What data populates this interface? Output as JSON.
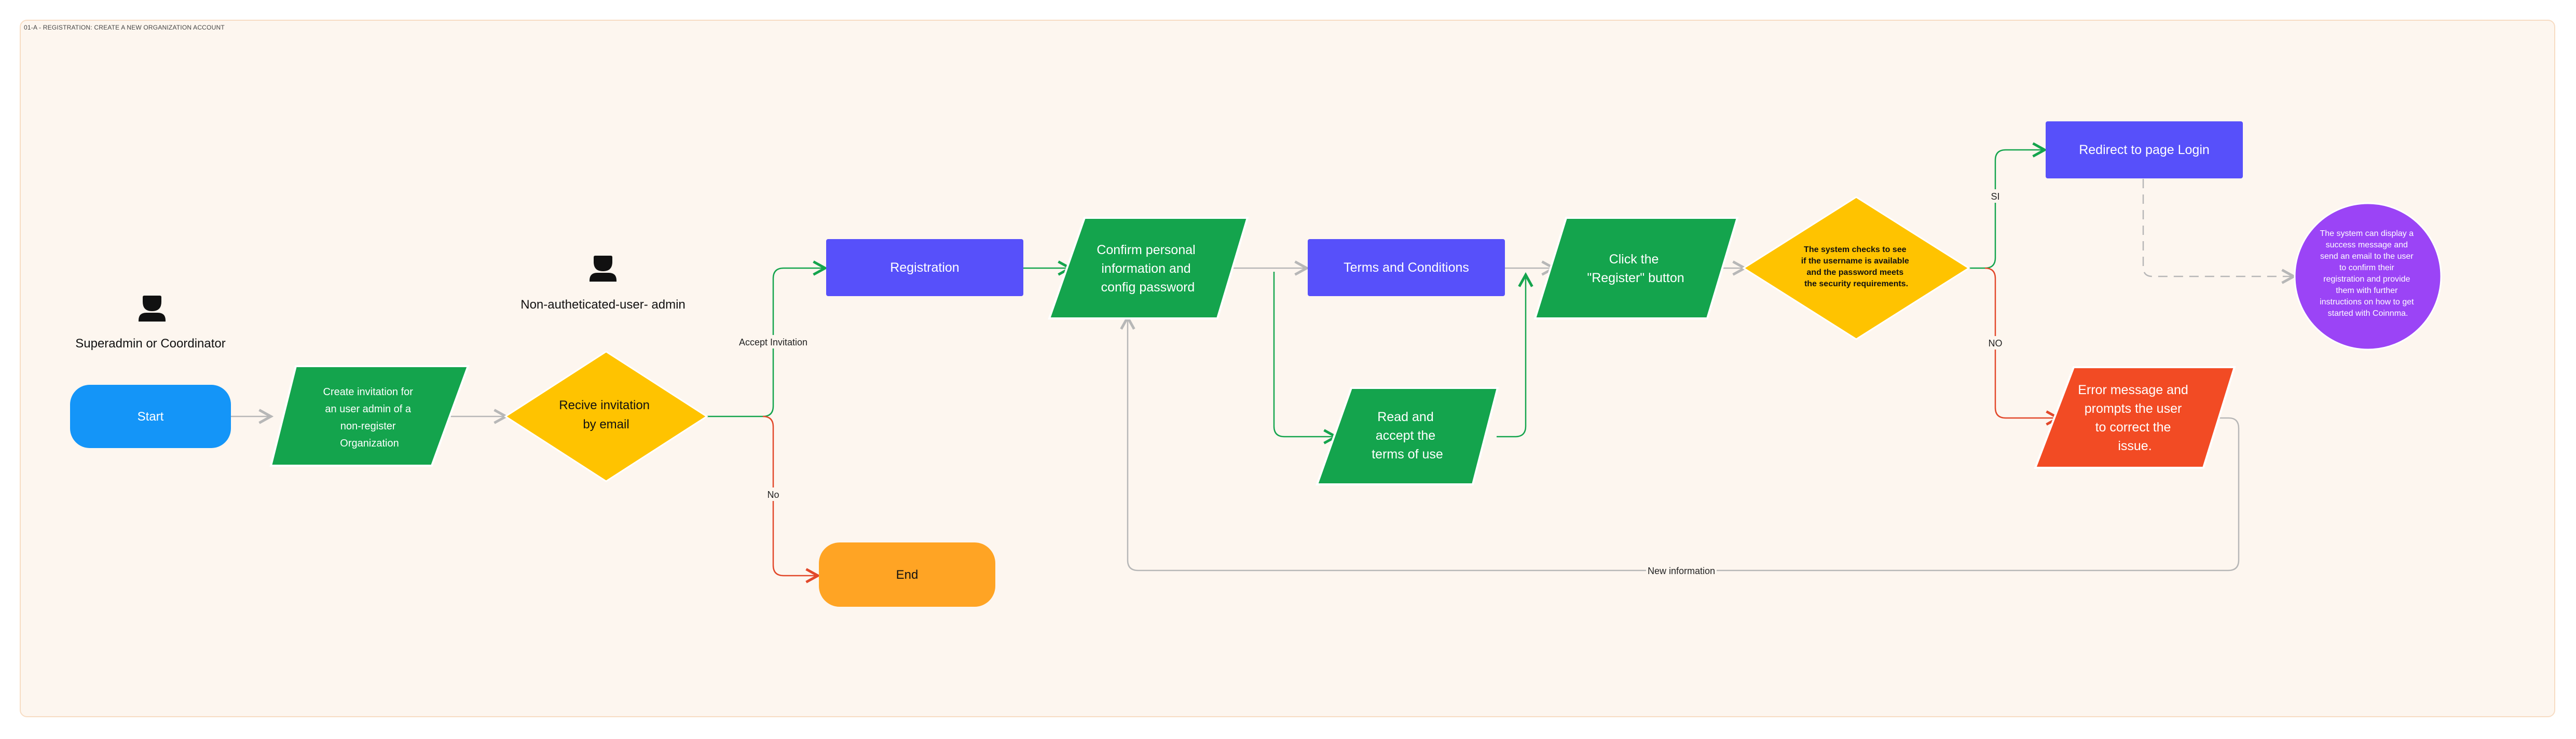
{
  "frame_title": "01-A - REGISTRATION: CREATE A NEW ORGANIZATION ACCOUNT",
  "actors": {
    "superadmin": "Superadmin or Coordinator",
    "non_auth_admin": "Non-autheticated-user- admin"
  },
  "nodes": {
    "start": "Start",
    "create_invitation": [
      "Create invitation for",
      "an user admin of a",
      "non-register",
      "Organization"
    ],
    "receive_invitation": [
      "Recive invitation",
      "by email"
    ],
    "end": "End",
    "registration": "Registration",
    "confirm_info": [
      "Confirm personal",
      "information and",
      "config password"
    ],
    "terms": "Terms and Conditions",
    "read_accept": [
      "Read and",
      "accept the",
      "terms of use"
    ],
    "click_register": [
      "Click the",
      "\"Register\" button"
    ],
    "system_checks": [
      "The system checks to see",
      "if the username is available",
      "and the password meets",
      "the security requirements."
    ],
    "redirect_login": "Redirect to page Login",
    "success_message": [
      "The system can display a",
      "success message and",
      "send an email to the user",
      "to confirm their",
      "registration and provide",
      "them with further",
      "instructions on how to get",
      "started with Coinnma."
    ],
    "error_message": [
      "Error message and",
      "prompts the user",
      "to correct the",
      "issue."
    ]
  },
  "edge_labels": {
    "accept_invitation": "Accept Invitation",
    "no": "No",
    "si": "SI",
    "no_upper": "NO",
    "new_information": "New information"
  },
  "colors": {
    "blue_start": "#1495f8",
    "green": "#14a44d",
    "yellow": "#ffc300",
    "orange": "#ffa424",
    "indigo": "#5750fa",
    "purple": "#9b44f6",
    "red": "#f24b24",
    "gray_edge": "#b7b7b7"
  }
}
